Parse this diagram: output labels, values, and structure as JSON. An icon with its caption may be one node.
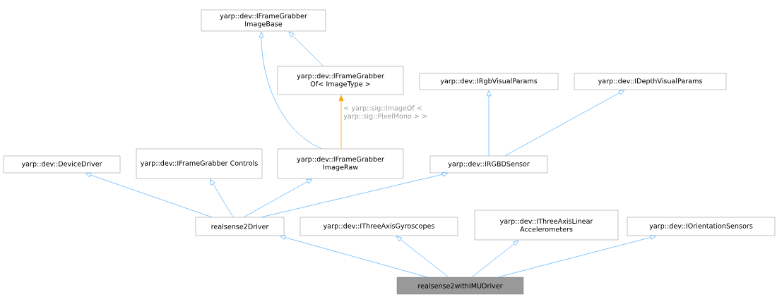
{
  "diagram": {
    "nodes": [
      {
        "text": [
          "yarp::dev::IFrameGrabber ImageBase"
        ]
      },
      {
        "text": [
          "yarp::dev::IFrameGrabber Of< ImageType >"
        ]
      },
      {
        "text": [
          "yarp::dev::IRgbVisualParams"
        ]
      },
      {
        "text": [
          "yarp::dev::IDepthVisualParams"
        ]
      },
      {
        "text": [
          "yarp::dev::DeviceDriver"
        ]
      },
      {
        "text": [
          "yarp::dev::IFrameGrabber Controls"
        ]
      },
      {
        "text": [
          "yarp::dev::IFrameGrabber ImageRaw"
        ]
      },
      {
        "text": [
          "yarp::dev::IRGBDSensor"
        ]
      },
      {
        "text": [
          "realsense2Driver"
        ]
      },
      {
        "text": [
          "yarp::dev::IThreeAxisGyroscopes"
        ]
      },
      {
        "text": [
          "yarp::dev::IThreeAxisLinear Accelerometers"
        ]
      },
      {
        "text": [
          "yarp::dev::IOrientationSensors"
        ]
      },
      {
        "text": [
          "realsense2withIMUDriver"
        ]
      }
    ],
    "edges": [
      {
        "from": 1,
        "to": 0,
        "arrow": "to"
      },
      {
        "from": 6,
        "to": 0,
        "arrow": "to"
      },
      {
        "from": 6,
        "to": 1,
        "arrow": "to",
        "label": "< yarp::sig::ImageOf < yarp::sig::PixelMono > >",
        "color": "#ffa500"
      },
      {
        "from": 7,
        "to": 2,
        "arrow": "to"
      },
      {
        "from": 7,
        "to": 3,
        "arrow": "to"
      },
      {
        "from": 8,
        "to": 4,
        "arrow": "to"
      },
      {
        "from": 8,
        "to": 5,
        "arrow": "to"
      },
      {
        "from": 8,
        "to": 6,
        "arrow": "to"
      },
      {
        "from": 8,
        "to": 7,
        "arrow": "to"
      },
      {
        "from": 12,
        "to": 8,
        "arrow": "to"
      },
      {
        "from": 12,
        "to": 9,
        "arrow": "to"
      },
      {
        "from": 12,
        "to": 10,
        "arrow": "to"
      },
      {
        "from": 12,
        "to": 11,
        "arrow": "to"
      }
    ]
  }
}
